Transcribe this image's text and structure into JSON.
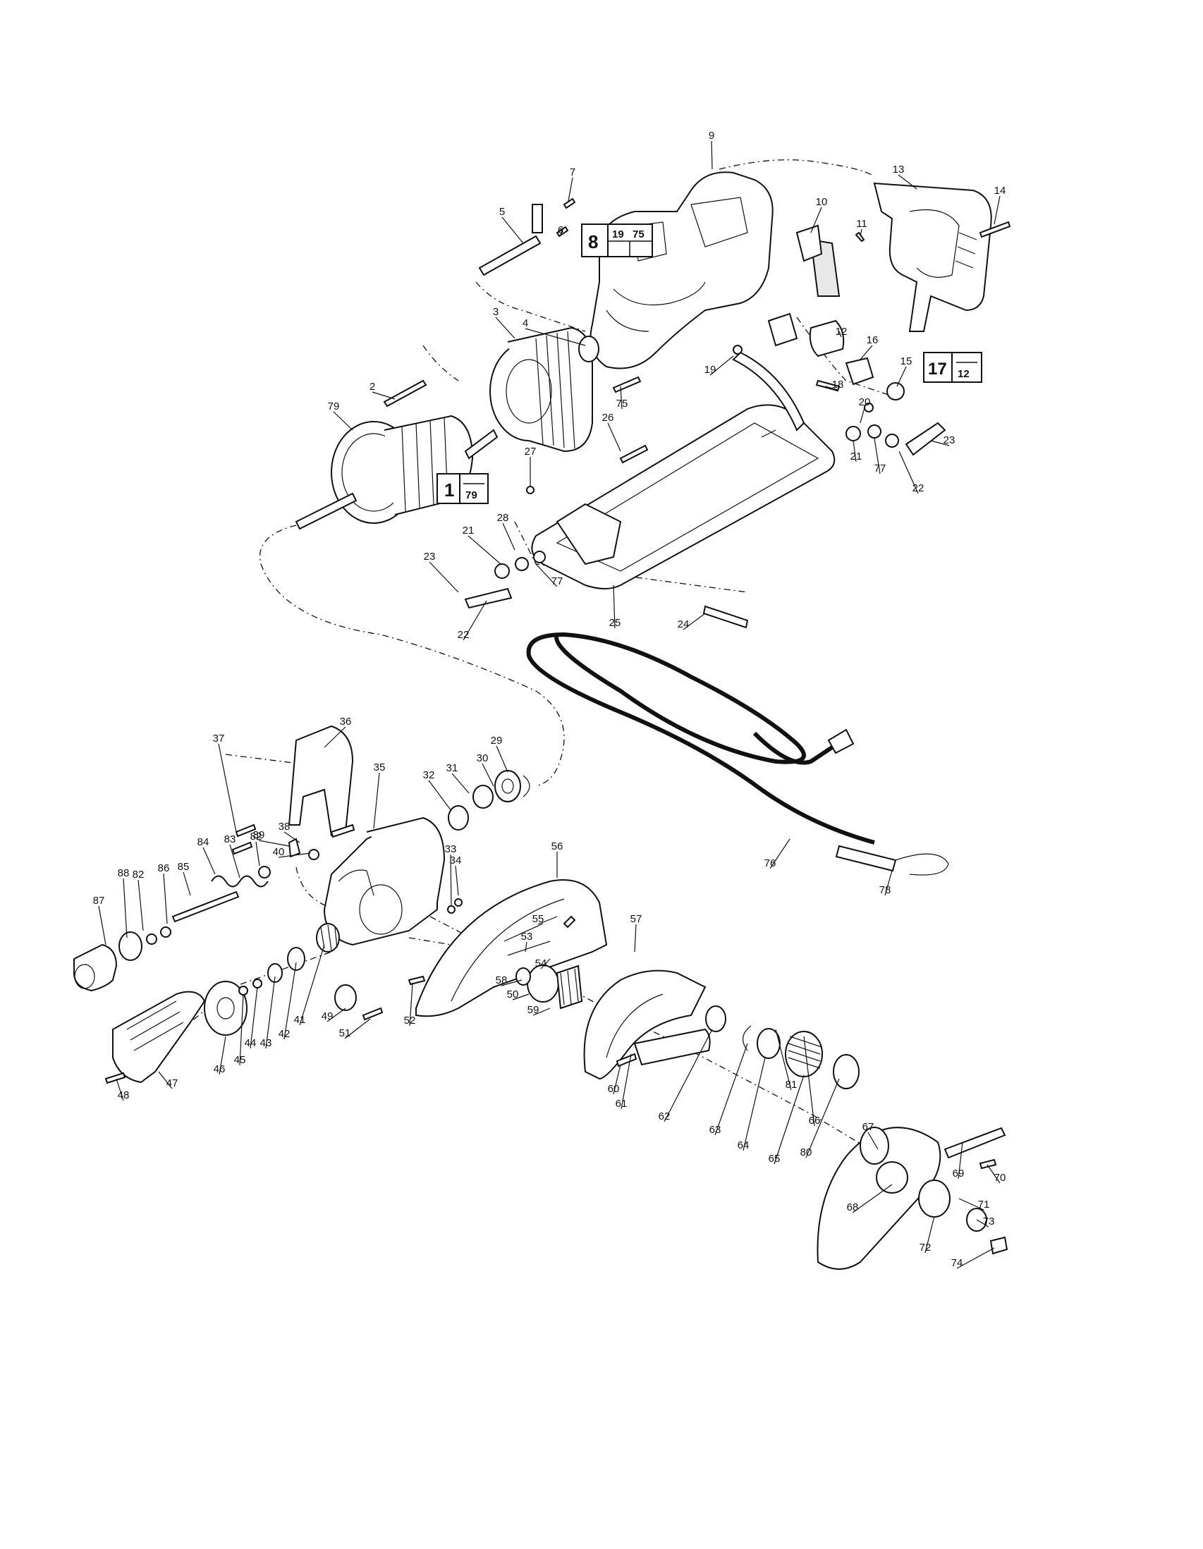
{
  "diagram": {
    "part_numbers": [
      "2",
      "3",
      "4",
      "5",
      "6",
      "7",
      "9",
      "10",
      "11",
      "13",
      "14",
      "12",
      "16",
      "15",
      "18",
      "19",
      "75",
      "20",
      "21",
      "77",
      "23",
      "22",
      "26",
      "27",
      "28",
      "21",
      "77",
      "23",
      "22",
      "24",
      "25",
      "79",
      "36",
      "37",
      "35",
      "29",
      "30",
      "31",
      "32",
      "38",
      "39",
      "40",
      "82",
      "83",
      "84",
      "85",
      "86",
      "82",
      "88",
      "87",
      "34",
      "33",
      "56",
      "55",
      "53",
      "54",
      "58",
      "50",
      "59",
      "57",
      "41",
      "42",
      "43",
      "44",
      "45",
      "46",
      "47",
      "48",
      "49",
      "51",
      "52",
      "60",
      "61",
      "62",
      "63",
      "64",
      "65",
      "66",
      "81",
      "67",
      "68",
      "69",
      "70",
      "71",
      "72",
      "73",
      "74",
      "76",
      "78",
      "80"
    ],
    "assembly_boxes": [
      {
        "main": "8",
        "sub_top": "19",
        "sub_top2": "75"
      },
      {
        "main": "17",
        "sub": "12"
      },
      {
        "main": "1",
        "sub": "79"
      }
    ]
  }
}
